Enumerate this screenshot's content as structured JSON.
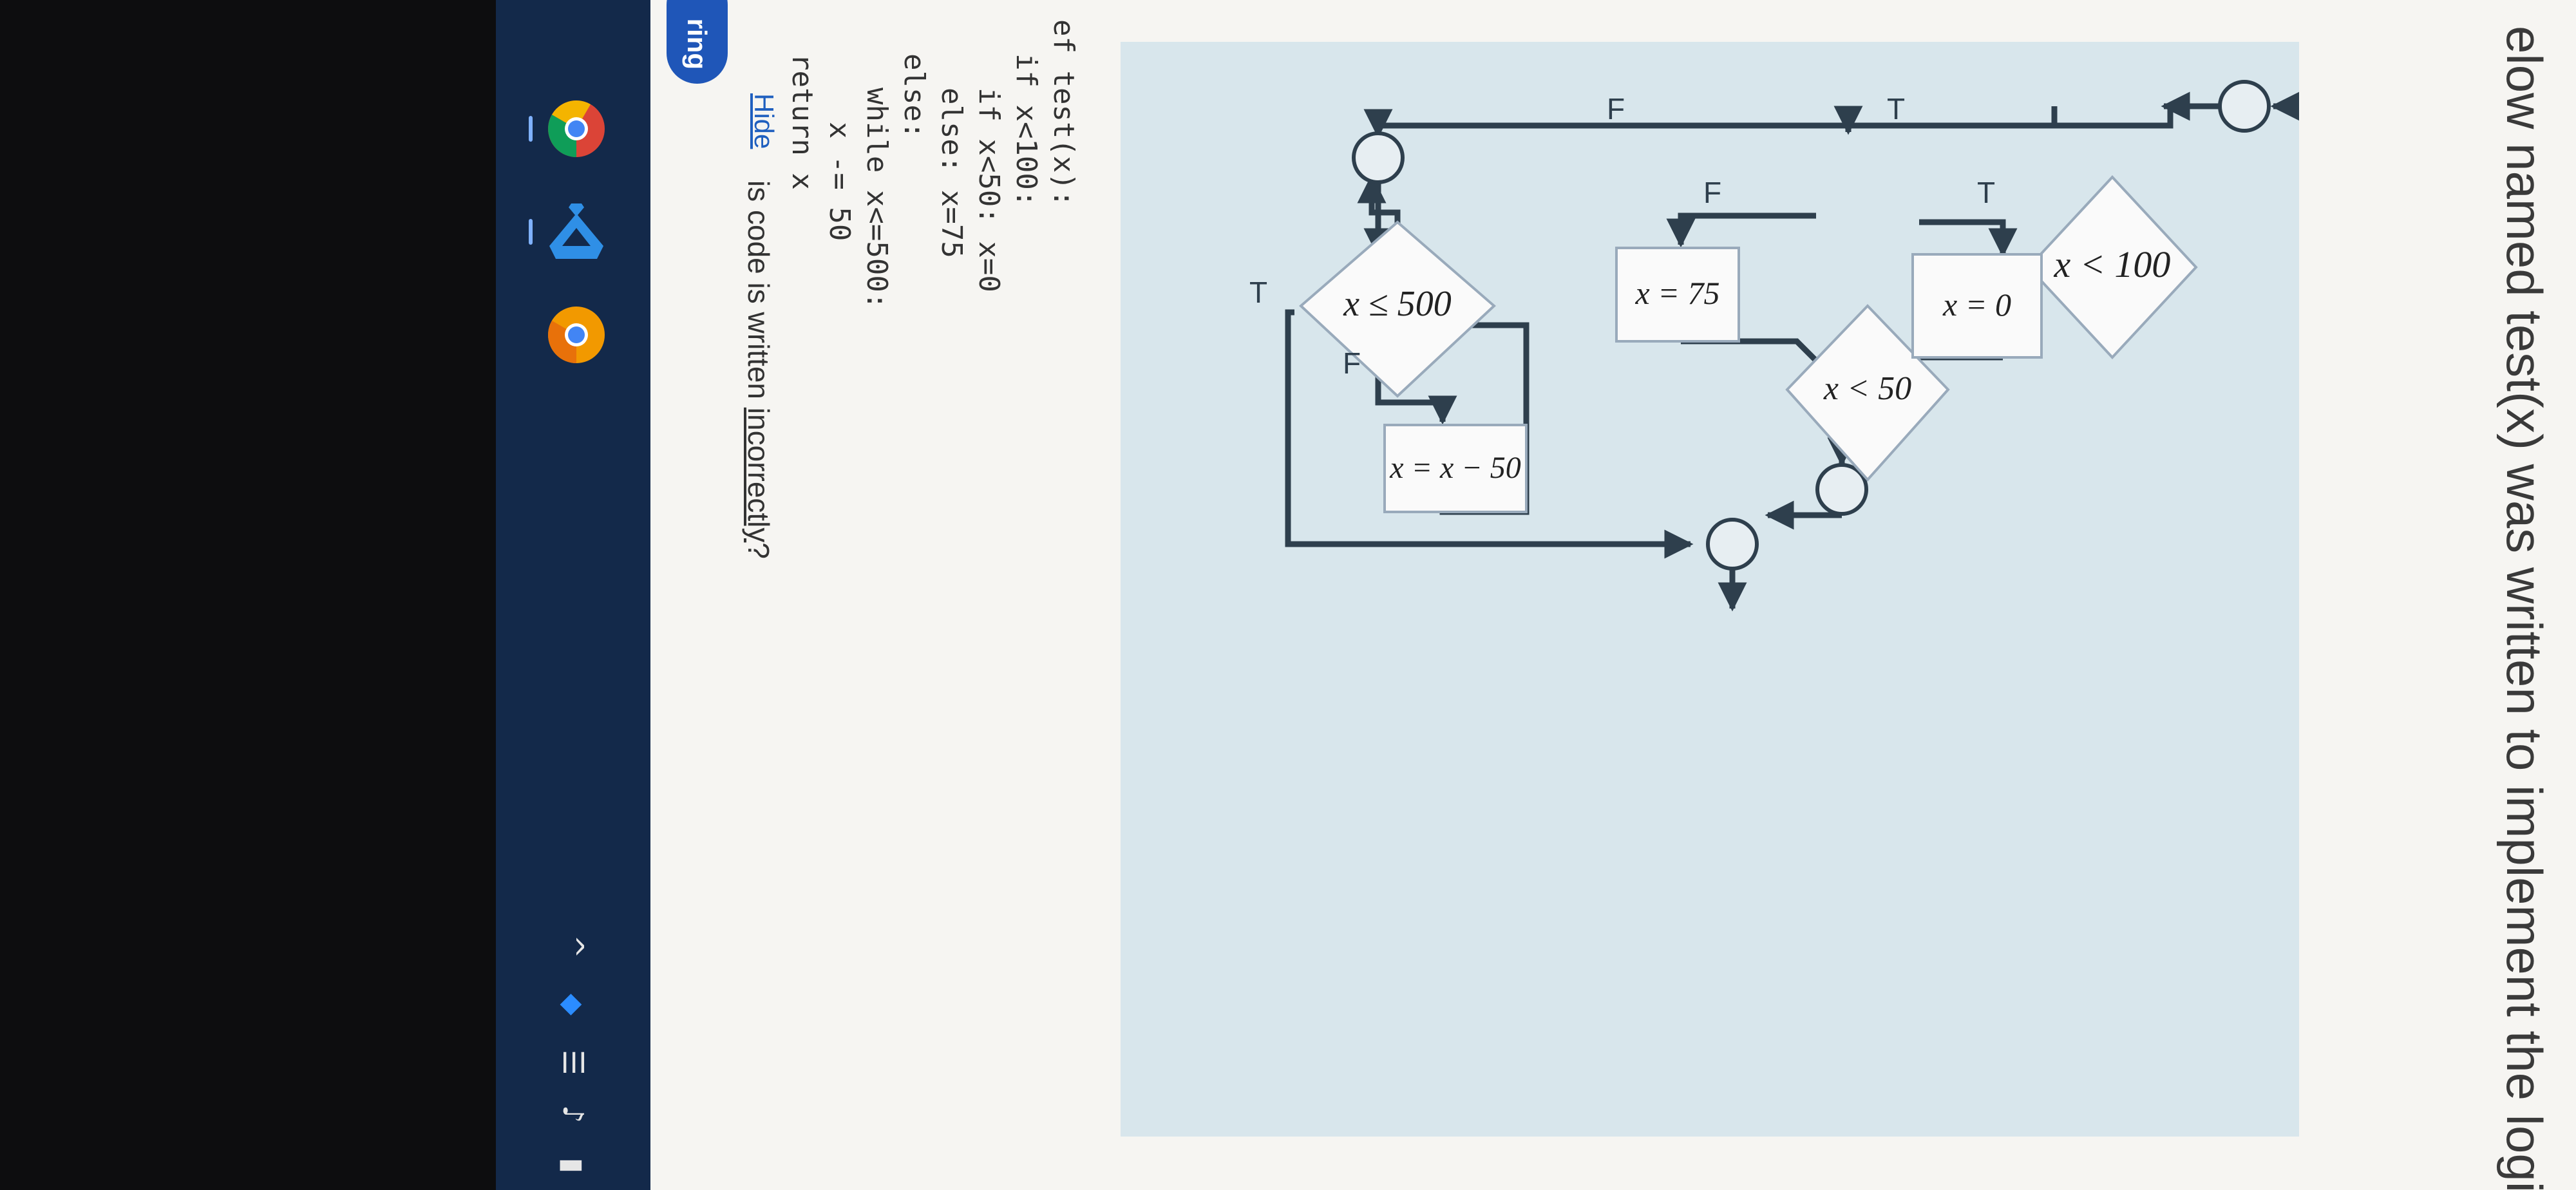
{
  "question": {
    "header_text": "elow named test(x) was written to implement the logic i",
    "sub_text_prefix": "is code is written ",
    "sub_text_emphasis": "incorrectly",
    "sub_text_suffix": "?"
  },
  "flowchart": {
    "decision_x_lt_100": "x < 100",
    "decision_x_lt_50": "x < 50",
    "decision_x_le_500": "x ≤ 500",
    "process_x_0": "x = 0",
    "process_x_75": "x = 75",
    "process_x_minus_50": "x = x − 50",
    "label_T_top": "T",
    "label_F_top": "F",
    "label_T_inner": "T",
    "label_F_inner": "F",
    "label_T_loop": "T",
    "label_F_loop": "F"
  },
  "code": {
    "lines": [
      "ef test(x):",
      "  if x<100:",
      "    if x<50: x=0",
      "    else: x=75",
      "  else:",
      "    while x<=500:",
      "      x -= 50",
      "  return x"
    ]
  },
  "controls": {
    "hide_link": "Hide",
    "start_pill_label": "ring"
  },
  "taskbar": {
    "apps": [
      "chrome-icon",
      "vscode-icon",
      "chrome-canary-icon"
    ],
    "tray": [
      "chevron-up-icon",
      "dropbox-icon",
      "wifi-icon",
      "volume-icon",
      "battery-icon"
    ]
  },
  "colors": {
    "flow_panel": "#d8e6ec",
    "taskbar": "#13294a",
    "link": "#1f5fbf"
  }
}
